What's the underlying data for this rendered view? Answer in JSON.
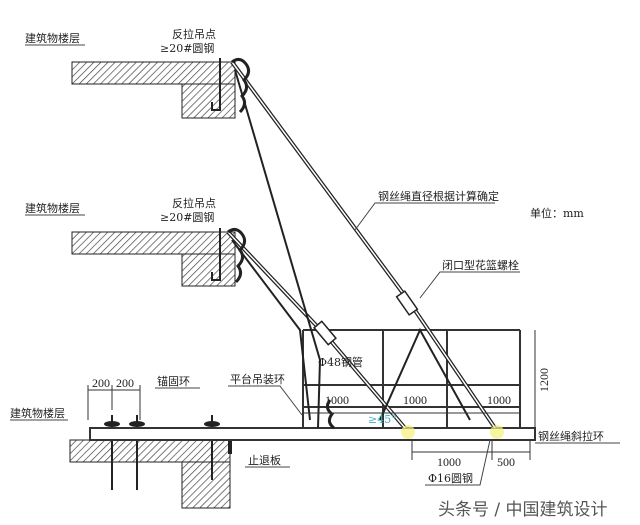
{
  "labels": {
    "floor_top": "建筑物楼层",
    "anchor_top_1": "反拉吊点",
    "anchor_top_2": "≥20#圆钢",
    "floor_mid": "建筑物楼层",
    "anchor_mid_1": "反拉吊点",
    "anchor_mid_2": "≥20#圆钢",
    "rope_note": "钢丝绳直径根据计算确定",
    "unit": "单位：mm",
    "turnbuckle": "闭口型花篮螺栓",
    "pipe": "Φ48钢管",
    "lifting_ring": "平台吊装环",
    "anchor_ring": "锚固环",
    "floor_bottom": "建筑物楼层",
    "stop_plate": "止退板",
    "round_steel": "Φ16圆钢",
    "rope_ring": "钢丝绳斜拉环",
    "angle": "≥45°"
  },
  "dimensions": {
    "d200a": "200",
    "d200b": "200",
    "h1200": "1200",
    "w1000a": "1000",
    "w1000b": "1000",
    "w1000c": "1000",
    "b1000": "1000",
    "b500": "500"
  },
  "watermark": "头条号 / 中国建筑设计",
  "colors": {
    "line": "#222222",
    "angle": "#3bb3c3",
    "highlight": "#f3ef7a"
  }
}
